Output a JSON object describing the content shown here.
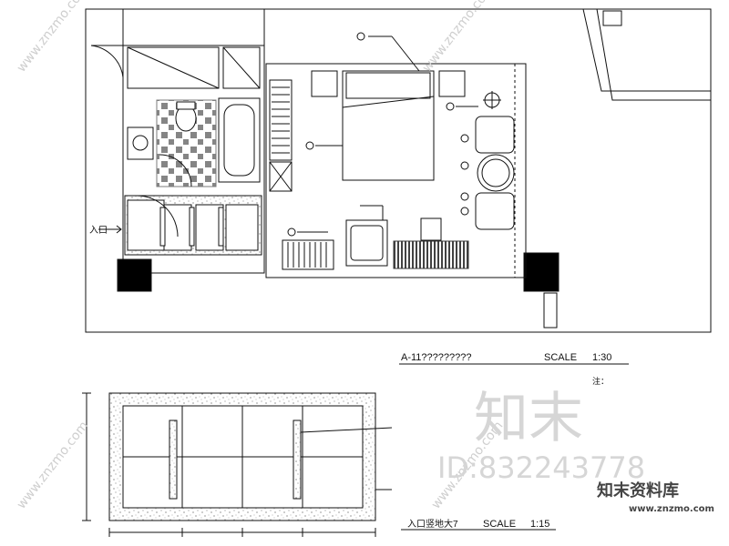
{
  "plan": {
    "title": "A-11?????????",
    "scale_label": "SCALE",
    "scale_value": "1:30",
    "entrance_label": "入口",
    "notes_label": "注："
  },
  "detail": {
    "title": "入口竖地大7",
    "scale_label": "SCALE",
    "scale_value": "1:15"
  },
  "watermark": {
    "site": "www.znzmo.com",
    "brand_cn": "知末",
    "id_text": "ID:832243778",
    "brand_full": "知末资料库",
    "brand_url": "www.znzmo.com"
  },
  "colors": {
    "line": "#111111",
    "fill_dark": "#000000",
    "speckle": "#555555"
  }
}
